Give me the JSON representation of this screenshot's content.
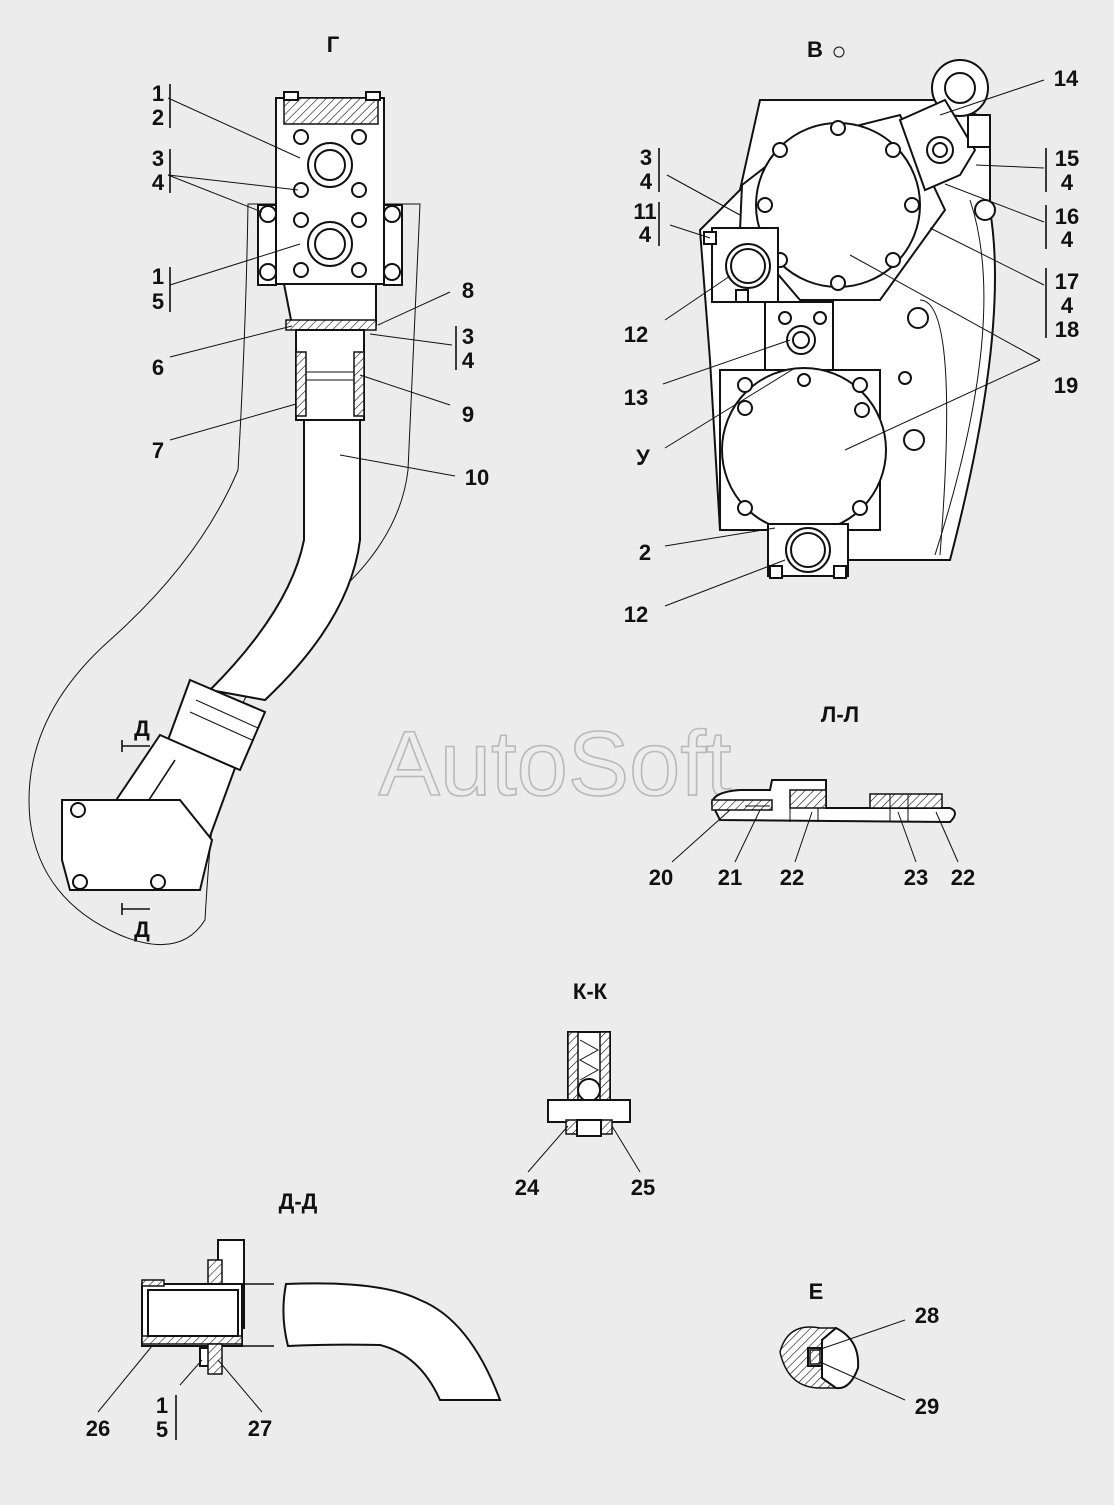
{
  "watermark": "AutoSoft",
  "views": {
    "g": {
      "title": "Г"
    },
    "v": {
      "title": "В"
    },
    "ll": {
      "title": "Л-Л"
    },
    "kk": {
      "title": "К-К"
    },
    "dd": {
      "title": "Д-Д"
    },
    "e": {
      "title": "Е"
    },
    "section_d": {
      "title": "Д"
    }
  },
  "callouts": {
    "g": [
      {
        "num": "1",
        "sub": "2"
      },
      {
        "num": "3",
        "sub": "4"
      },
      {
        "num": "1",
        "sub": "5"
      },
      {
        "num": "8"
      },
      {
        "num": "6"
      },
      {
        "num": "3",
        "sub": "4"
      },
      {
        "num": "9"
      },
      {
        "num": "7"
      },
      {
        "num": "10"
      }
    ],
    "v": [
      {
        "num": "14"
      },
      {
        "num": "3",
        "sub": "4"
      },
      {
        "num": "15",
        "sub": "4"
      },
      {
        "num": "11",
        "sub": "4"
      },
      {
        "num": "16",
        "sub": "4"
      },
      {
        "num": "17",
        "sub": "4",
        "sub2": "18"
      },
      {
        "num": "12"
      },
      {
        "num": "13"
      },
      {
        "num": "19"
      },
      {
        "num": "У"
      },
      {
        "num": "2"
      },
      {
        "num": "12"
      }
    ],
    "ll": [
      "20",
      "21",
      "22",
      "23",
      "22"
    ],
    "kk": [
      "24",
      "25"
    ],
    "dd": [
      {
        "num": "26"
      },
      {
        "num": "1",
        "sub": "5"
      },
      {
        "num": "27"
      }
    ],
    "e": [
      "28",
      "29"
    ]
  }
}
